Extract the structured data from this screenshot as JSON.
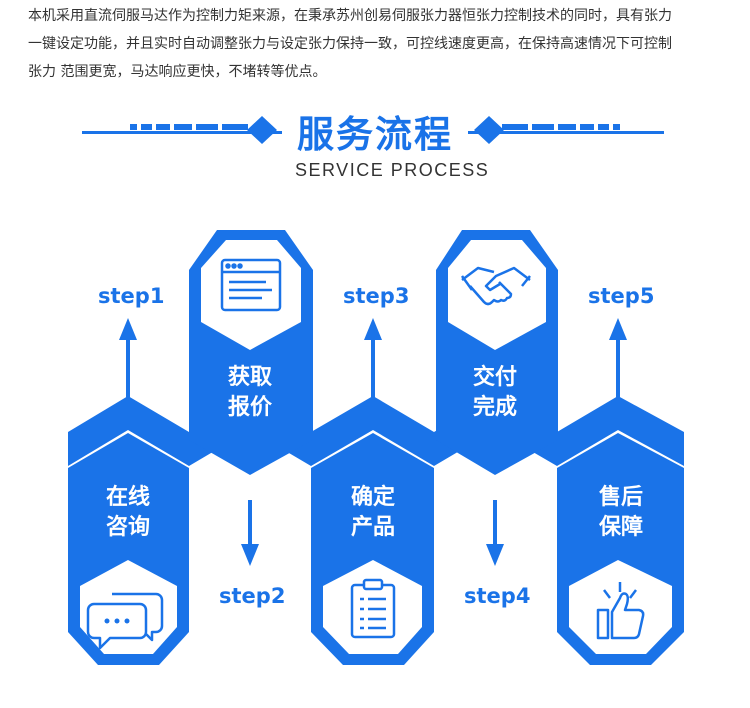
{
  "intro": {
    "line1": "本机采用直流伺服马达作为控制力矩来源，在秉承苏州创易伺服张力器恒张力控制技术的同时，具有张力",
    "line2": "一键设定功能，并且实时自动调整张力与设定张力保持一致，可控线速度更高，在保持高速情况下可控制",
    "line3": "张力 范围更宽，马达响应更快，不堵转等优点。"
  },
  "title": {
    "main": "服务流程",
    "sub": "SERVICE PROCESS"
  },
  "colors": {
    "accent": "#1a73e8",
    "text": "#333333",
    "white": "#ffffff"
  },
  "steps": [
    {
      "label": "step1",
      "line1": "在线",
      "line2": "咨询",
      "icon": "chat-bubbles-icon"
    },
    {
      "label": "step2",
      "line1": "获取",
      "line2": "报价",
      "icon": "document-window-icon"
    },
    {
      "label": "step3",
      "line1": "确定",
      "line2": "产品",
      "icon": "clipboard-list-icon"
    },
    {
      "label": "step4",
      "line1": "交付",
      "line2": "完成",
      "icon": "handshake-icon"
    },
    {
      "label": "step5",
      "line1": "售后",
      "line2": "保障",
      "icon": "thumbs-up-icon"
    }
  ]
}
